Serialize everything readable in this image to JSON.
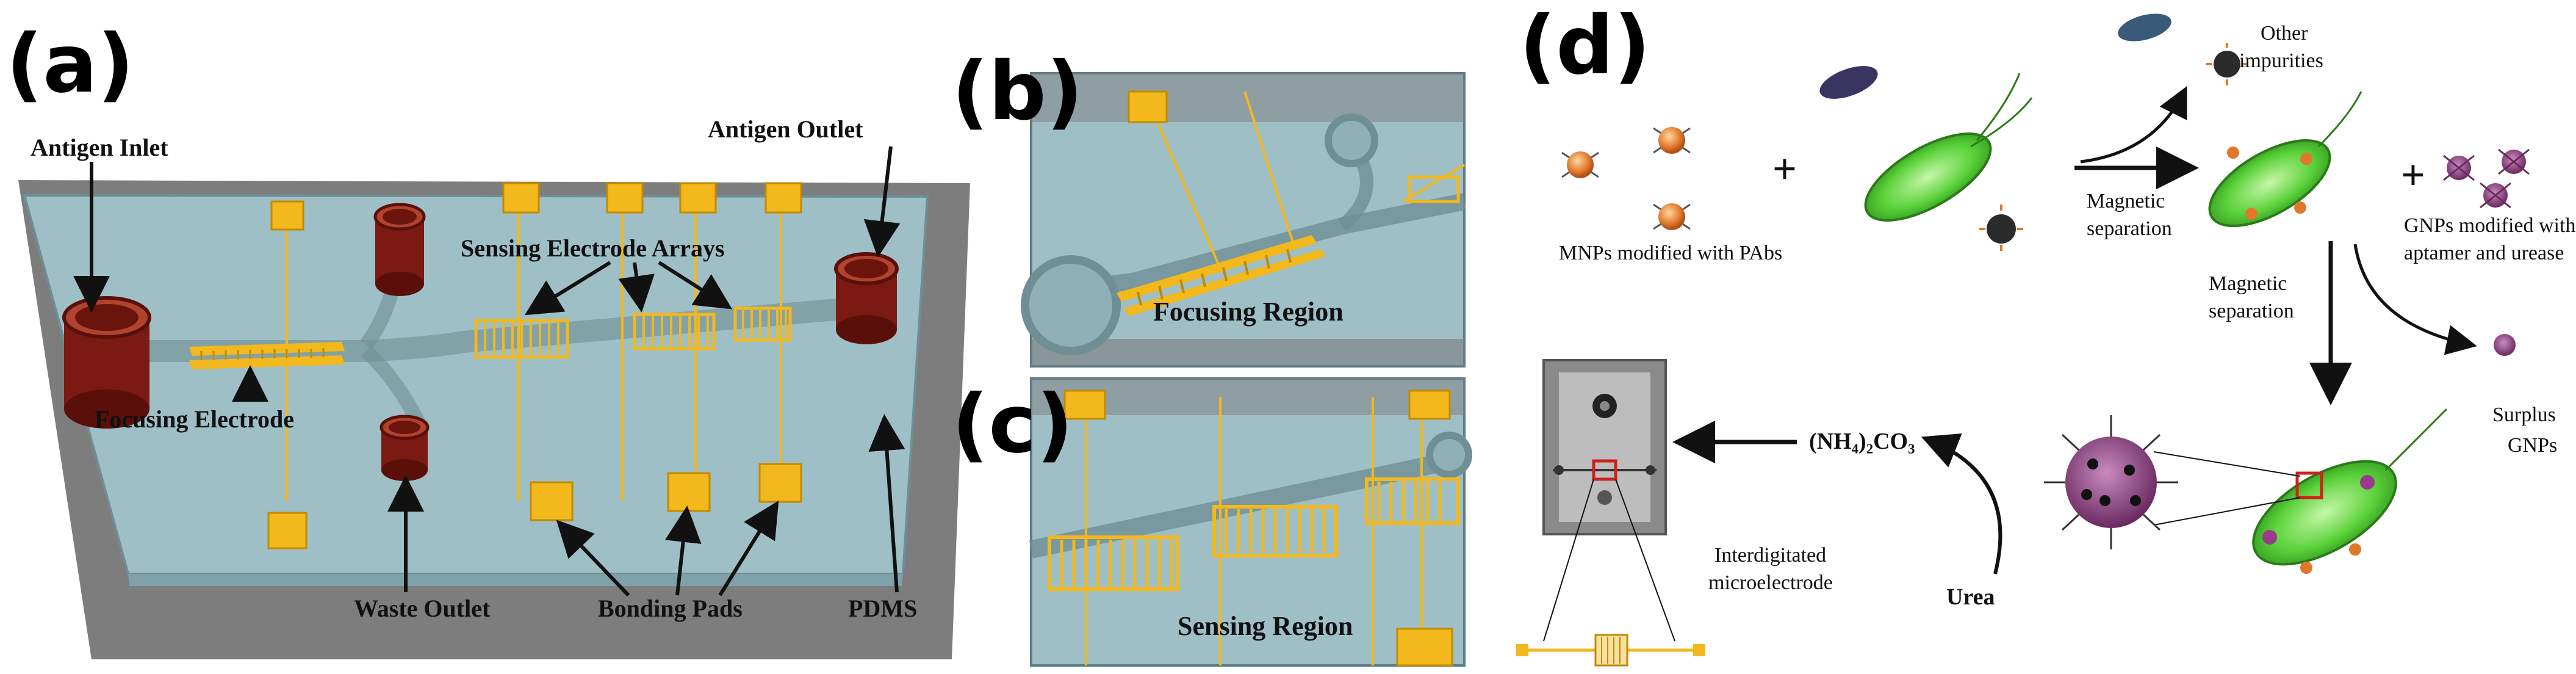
{
  "panels": {
    "a": {
      "tag": "(a)",
      "labels": {
        "antigen_inlet": "Antigen Inlet",
        "antigen_outlet": "Antigen Outlet",
        "sensing_arrays": "Sensing Electrode Arrays",
        "focusing_electrode": "Focusing Electrode",
        "waste_outlet": "Waste Outlet",
        "bonding_pads": "Bonding Pads",
        "pdms": "PDMS"
      }
    },
    "b": {
      "tag": "(b)",
      "label": "Focusing Region"
    },
    "c": {
      "tag": "(c)",
      "label": "Sensing Region"
    },
    "d": {
      "tag": "(d)",
      "labels": {
        "mnps": "MNPs modified with PAbs",
        "plus": "+",
        "magnetic": "Magnetic",
        "separation": "separation",
        "other": "Other",
        "impurities": "impurities",
        "gnps_line1": "GNPs modified with",
        "gnps_line2": "aptamer and urease",
        "surplus": "Surplus",
        "surplus_gnps": "GNPs",
        "urea": "Urea",
        "carbonate": "(NH₄)₂CO₃",
        "interdigitated": "Interdigitated",
        "microelectrode": "microelectrode"
      }
    }
  },
  "colors": {
    "chip_glass": "#9fbfc6",
    "substrate": "#7d7d7d",
    "gold": "#f2b81c",
    "port": "#7a1a12",
    "bacteria_green": "#5bd23a",
    "mnp_orange": "#e0782a",
    "gnp_purple": "#9a3a8a"
  }
}
